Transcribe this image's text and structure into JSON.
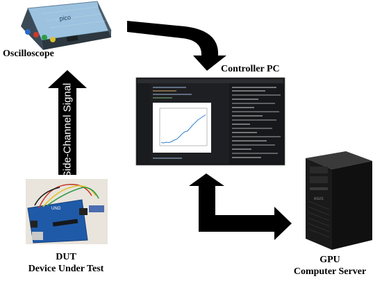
{
  "nodes": {
    "oscilloscope": {
      "label": "Oscilloscope",
      "device_brand": "pico"
    },
    "controller_pc": {
      "label": "Controller PC"
    },
    "dut": {
      "label_line1": "DUT",
      "label_line2": "Device Under Test"
    },
    "gpu_server": {
      "label_line1": "GPU",
      "label_line2": "Computer Server",
      "brand": "ASUS"
    }
  },
  "edges": {
    "dut_to_oscilloscope": {
      "label": "Side-Channel Signal"
    }
  },
  "colors": {
    "arrow": "#000000",
    "board_blue": "#1f5aa8",
    "screen_bg": "#1e1f22",
    "plot_line": "#2f7fd0",
    "scope_body": "#8fb7d6"
  },
  "controller_pc_plot": {
    "y": [
      0.05,
      0.04,
      0.06,
      0.05,
      0.08,
      0.12,
      0.15,
      0.22,
      0.3,
      0.36,
      0.38,
      0.46,
      0.55,
      0.62,
      0.7,
      0.75,
      0.8,
      0.85
    ]
  }
}
